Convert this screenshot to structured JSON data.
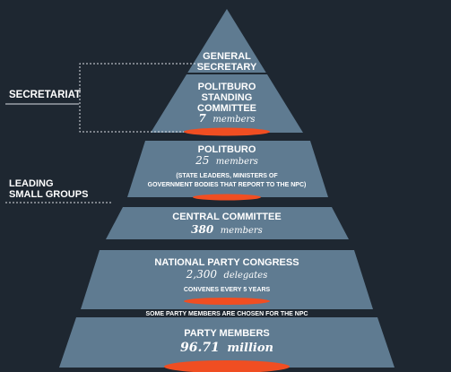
{
  "diagram": {
    "colors": {
      "background": "#1e2731",
      "tier": "#5f7b91",
      "accent": "#f04e22",
      "bracket": "#d9dde2",
      "text": "#ffffff"
    },
    "side_labels": {
      "secretariat": "SECRETARIAT",
      "leading_small_groups_line1": "LEADING",
      "leading_small_groups_line2": "SMALL GROUPS"
    },
    "tiers": {
      "general_secretary": {
        "line1": "GENERAL",
        "line2": "SECRETARY"
      },
      "politburo_standing_committee": {
        "line1": "POLITBURO",
        "line2": "STANDING",
        "line3": "COMMITTEE",
        "count": "7",
        "count_unit": "members"
      },
      "politburo": {
        "title": "POLITBURO",
        "count": "25",
        "count_unit": "members",
        "note_line1": "(STATE LEADERS, MINISTERS OF",
        "note_line2": "GOVERNMENT BODIES THAT REPORT TO THE NPC)"
      },
      "central_committee": {
        "title": "CENTRAL COMMITTEE",
        "count": "380",
        "count_unit": "members"
      },
      "national_party_congress": {
        "title": "NATIONAL PARTY CONGRESS",
        "count": "2,300",
        "count_unit": "delegates",
        "note": "CONVENES EVERY 5 YEARS"
      },
      "party_members": {
        "title": "PARTY MEMBERS",
        "count": "96.71",
        "count_unit": "million"
      }
    },
    "npc_note": "SOME PARTY MEMBERS ARE CHOSEN FOR THE NPC"
  }
}
